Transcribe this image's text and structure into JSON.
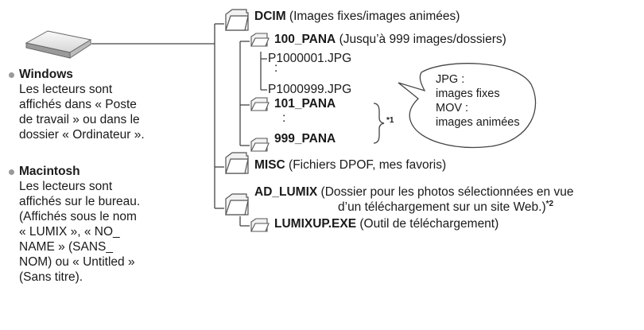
{
  "left": {
    "windows_title": "Windows",
    "windows_text": [
      "Les lecteurs sont",
      "affichés dans « Poste",
      "de travail » ou dans le",
      "dossier « Ordinateur »."
    ],
    "mac_title": "Macintosh",
    "mac_text": [
      "Les lecteurs sont",
      "affichés sur le bureau.",
      "(Affichés sous le nom",
      "« LUMIX », « NO_",
      "NAME » (SANS_",
      "NOM) ou « Untitled »",
      "(Sans titre)."
    ]
  },
  "tree": {
    "dcim": {
      "name": "DCIM",
      "desc": " (Images fixes/images animées)"
    },
    "pana100": {
      "name": "100_PANA",
      "desc": " (Jusqu’à 999 images/dossiers)"
    },
    "file_first": "P1000001.JPG",
    "dots1": ":",
    "file_last": "P1000999.JPG",
    "pana101": {
      "name": "101_PANA"
    },
    "dots2": ":",
    "pana999": {
      "name": "999_PANA"
    },
    "note1": "*1",
    "misc": {
      "name": "MISC",
      "desc": " (Fichiers DPOF, mes favoris)"
    },
    "ad_lumix": {
      "name": "AD_LUMIX",
      "desc_line1": " (Dossier pour les photos sélectionnées en vue",
      "desc_line2": "d’un téléchargement sur un site Web.)",
      "note2": "*2"
    },
    "lumixup": {
      "name": "LUMIXUP.EXE",
      "desc": " (Outil de téléchargement)"
    }
  },
  "callout": {
    "lines": [
      "JPG :",
      "images fixes",
      "MOV :",
      "images animées"
    ]
  }
}
